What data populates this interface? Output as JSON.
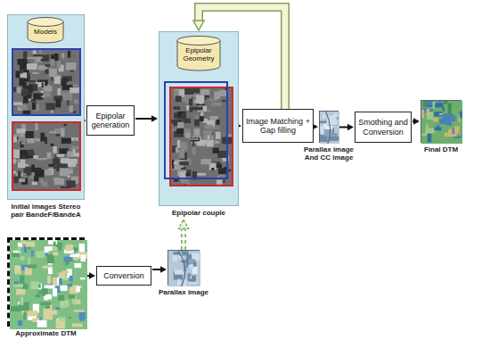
{
  "diagram": {
    "nodes": [
      {
        "text": [
          "Initial images Stereo pair BandeF/BandeA"
        ]
      },
      {
        "text": [
          "Models"
        ],
        "in": 0
      },
      {
        "text": [
          "Epipolar generation"
        ]
      },
      {
        "text": [
          "Epipolar couple"
        ]
      },
      {
        "text": [
          "Epipolar Geometry"
        ],
        "in": 3
      },
      {
        "text": [
          "Image Matching + Gap filling"
        ]
      },
      {
        "text": [
          "Parallax image And CC image"
        ]
      },
      {
        "text": [
          "Smothing and Conversion"
        ]
      },
      {
        "text": [
          "Final DTM"
        ]
      },
      {
        "text": [
          "Approximate DTM"
        ]
      },
      {
        "text": [
          "Conversion"
        ]
      },
      {
        "text": [
          "Parallax image"
        ]
      }
    ],
    "edges": [
      {
        "from": 0,
        "to": 2,
        "arrow": "to"
      },
      {
        "from": 2,
        "to": 3,
        "arrow": "to"
      },
      {
        "from": 3,
        "to": 5,
        "arrow": "to"
      },
      {
        "from": 5,
        "to": 6,
        "arrow": "to"
      },
      {
        "from": 6,
        "to": 7,
        "arrow": "to"
      },
      {
        "from": 7,
        "to": 8,
        "arrow": "to"
      },
      {
        "from": 5,
        "to": 3,
        "arrow": "to"
      },
      {
        "from": 9,
        "to": 10,
        "arrow": "to"
      },
      {
        "from": 10,
        "to": 11,
        "arrow": "to"
      },
      {
        "from": 11,
        "to": 3,
        "arrow": "to"
      }
    ]
  }
}
